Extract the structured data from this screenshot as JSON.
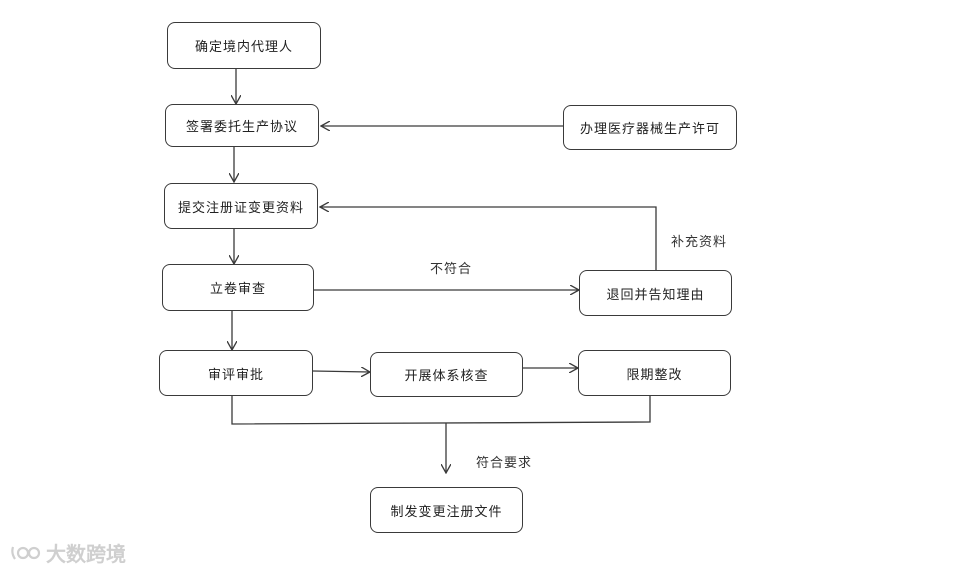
{
  "boxes": {
    "b1": "确定境内代理人",
    "b2": "签署委托生产协议",
    "b3": "办理医疗器械生产许可",
    "b4": "提交注册证变更资料",
    "b5": "立卷审查",
    "b6": "退回并告知理由",
    "b7": "审评审批",
    "b8": "开展体系核查",
    "b9": "限期整改",
    "b10": "制发变更注册文件"
  },
  "edge_labels": {
    "not_compliant": "不符合",
    "supplement": "补充资料",
    "compliant": "符合要求"
  },
  "watermark": {
    "text": "大数跨境"
  },
  "colors": {
    "stroke": "#3a3a3a",
    "watermark": "#cfcfcf"
  }
}
